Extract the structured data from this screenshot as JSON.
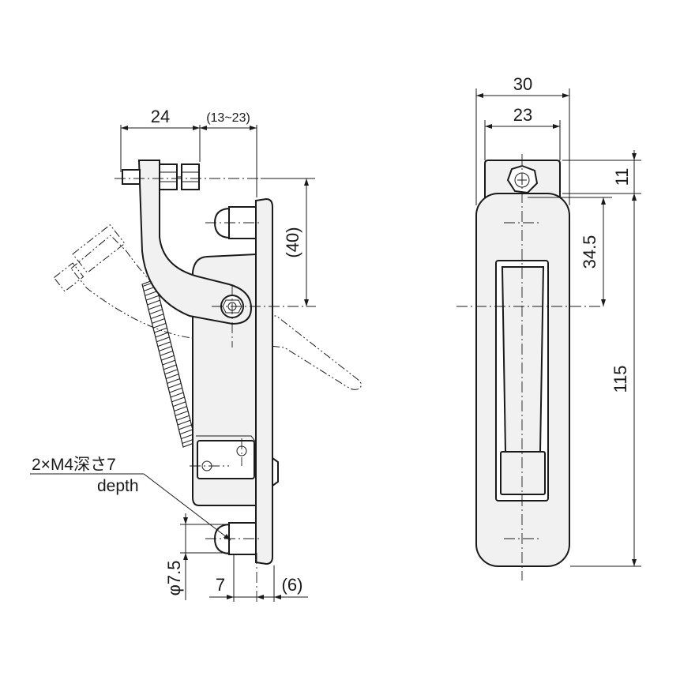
{
  "drawing": {
    "side_view": {
      "dim_handle_width": "24",
      "dim_adjust_range": "(13~23)",
      "dim_height_40": "(40)",
      "dim_stud_dia": "φ7.5",
      "dim_stud_len": "7",
      "dim_thickness": "(6)",
      "note_line1": "2×M4深さ7",
      "note_line2": "depth"
    },
    "front_view": {
      "dim_width_30": "30",
      "dim_width_23": "23",
      "dim_11": "11",
      "dim_34_5": "34.5",
      "dim_115": "115"
    }
  }
}
